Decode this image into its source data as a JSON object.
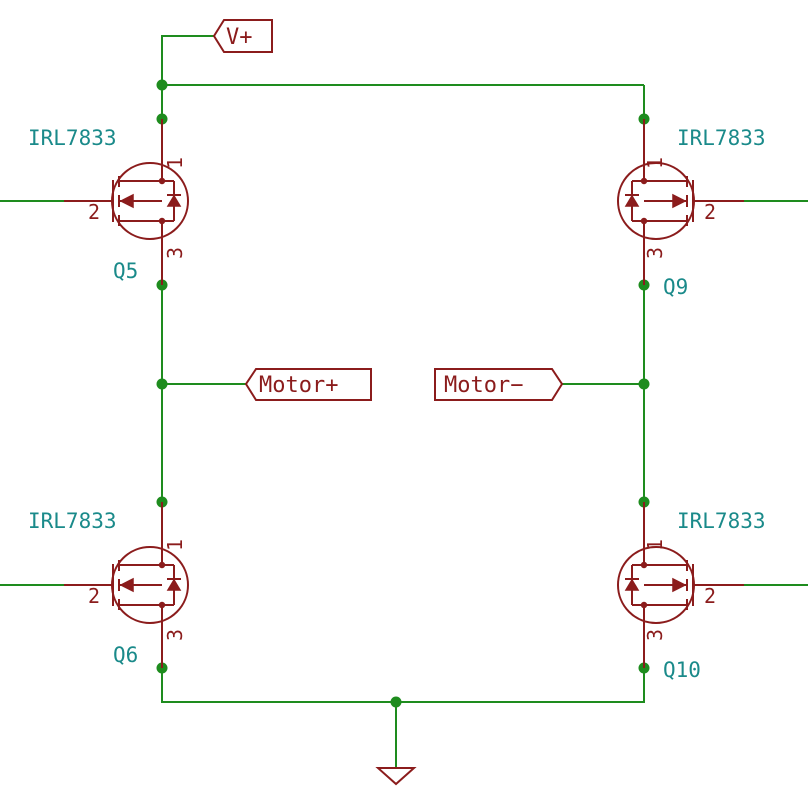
{
  "colors": {
    "wire": "#1e8c1e",
    "symbol": "#8b1c1c",
    "reference": "#1a8a8a",
    "background": "#ffffff"
  },
  "labels": {
    "vplus": "V+",
    "motor_plus": "Motor+",
    "motor_minus": "Motor−"
  },
  "transistors": [
    {
      "ref": "Q5",
      "value": "IRL7833",
      "pins": {
        "drain": "1",
        "gate": "2",
        "source": "3"
      }
    },
    {
      "ref": "Q9",
      "value": "IRL7833",
      "pins": {
        "drain": "1",
        "gate": "2",
        "source": "3"
      }
    },
    {
      "ref": "Q6",
      "value": "IRL7833",
      "pins": {
        "drain": "1",
        "gate": "2",
        "source": "3"
      }
    },
    {
      "ref": "Q10",
      "value": "IRL7833",
      "pins": {
        "drain": "1",
        "gate": "2",
        "source": "3"
      }
    }
  ],
  "ground_symbol": "ground-icon"
}
